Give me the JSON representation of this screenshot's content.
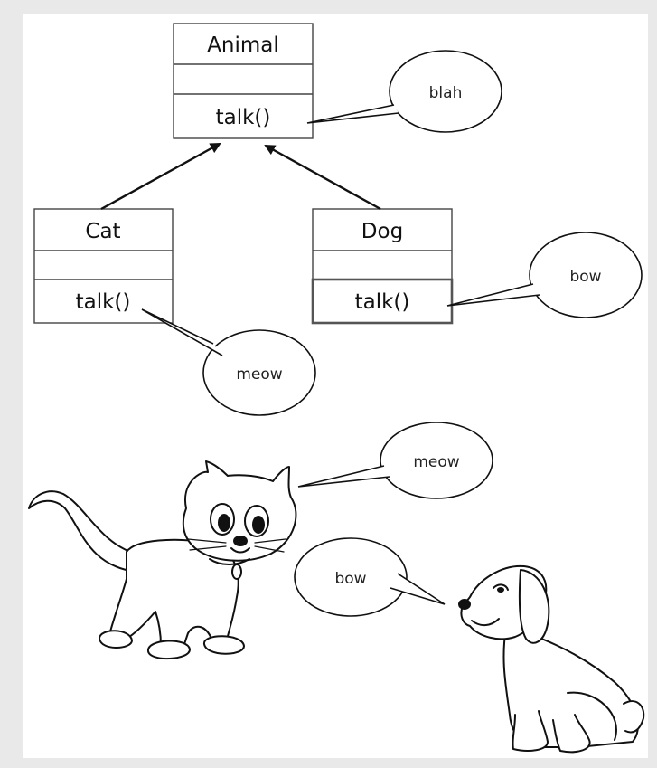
{
  "classes": {
    "animal": {
      "name": "Animal",
      "method": "talk()"
    },
    "cat": {
      "name": "Cat",
      "method": "talk()"
    },
    "dog": {
      "name": "Dog",
      "method": "talk()"
    }
  },
  "bubbles": {
    "animal_talk": "blah",
    "dog_talk": "bow",
    "cat_talk": "meow",
    "cat_picture": "meow",
    "dog_picture": "bow"
  }
}
